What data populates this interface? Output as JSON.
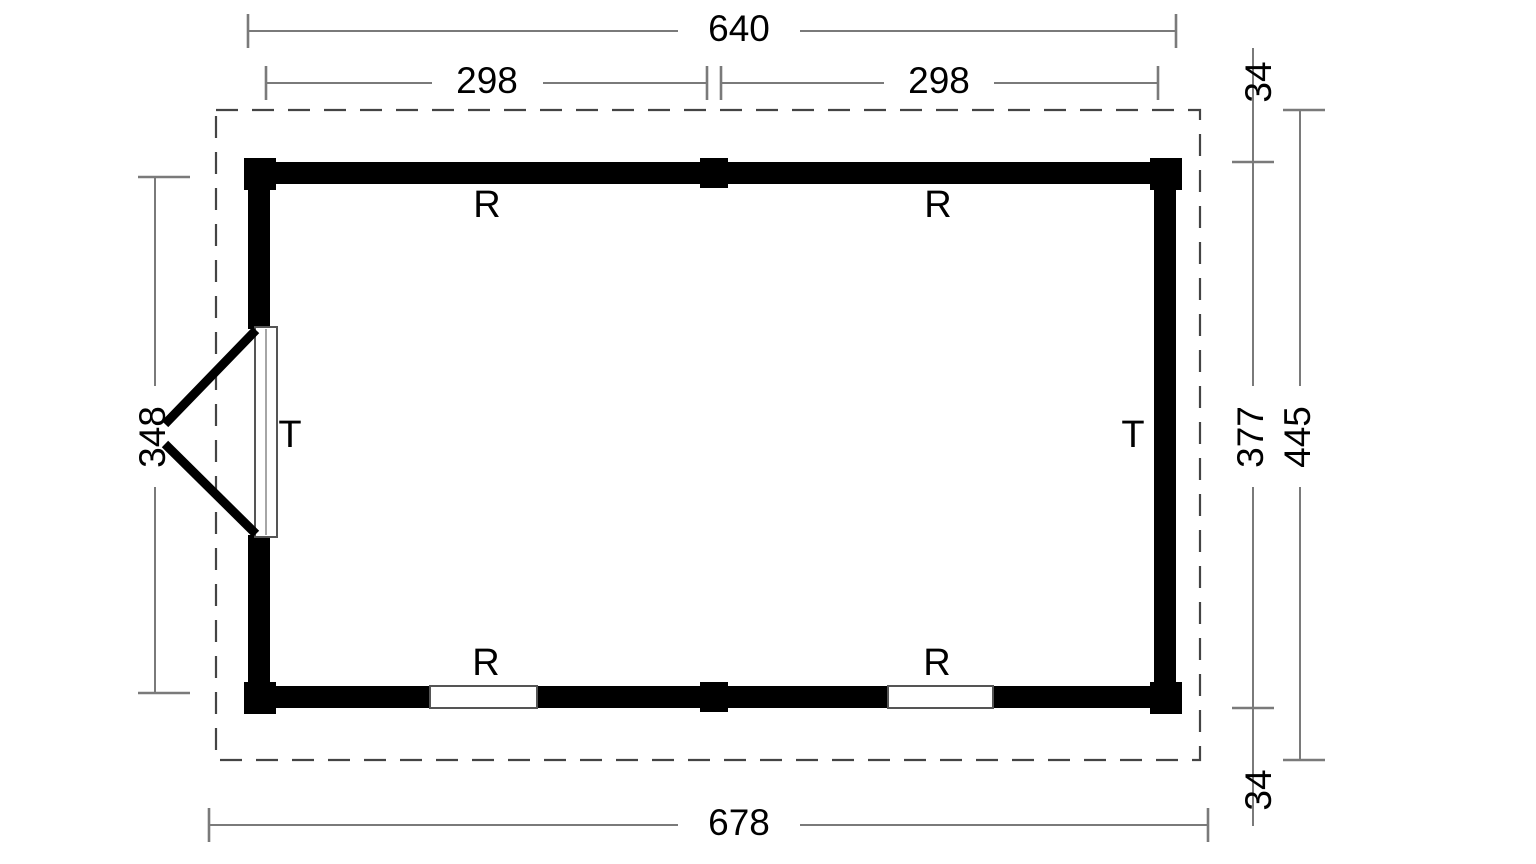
{
  "drawing": {
    "type": "floor-plan",
    "title": "",
    "units": "cm"
  },
  "dimensions": {
    "top_overall": "640",
    "top_left_bay": "298",
    "top_right_bay": "298",
    "bottom_overall": "678",
    "left_overall": "348",
    "right_inner": "377",
    "right_outer": "445",
    "right_top_overhang": "34",
    "right_bottom_overhang": "34"
  },
  "labels": {
    "wall_top_left": "R",
    "wall_top_right": "R",
    "wall_bottom_left": "R",
    "wall_bottom_right": "R",
    "wall_left_door": "T",
    "wall_right": "T"
  },
  "colors": {
    "wall": "#000000",
    "opening_fill": "#ffffff",
    "opening_stroke": "#555555",
    "dimension_line": "#7a7a7a",
    "roof_outline": "#444444",
    "text": "#000000",
    "background": "#ffffff"
  }
}
